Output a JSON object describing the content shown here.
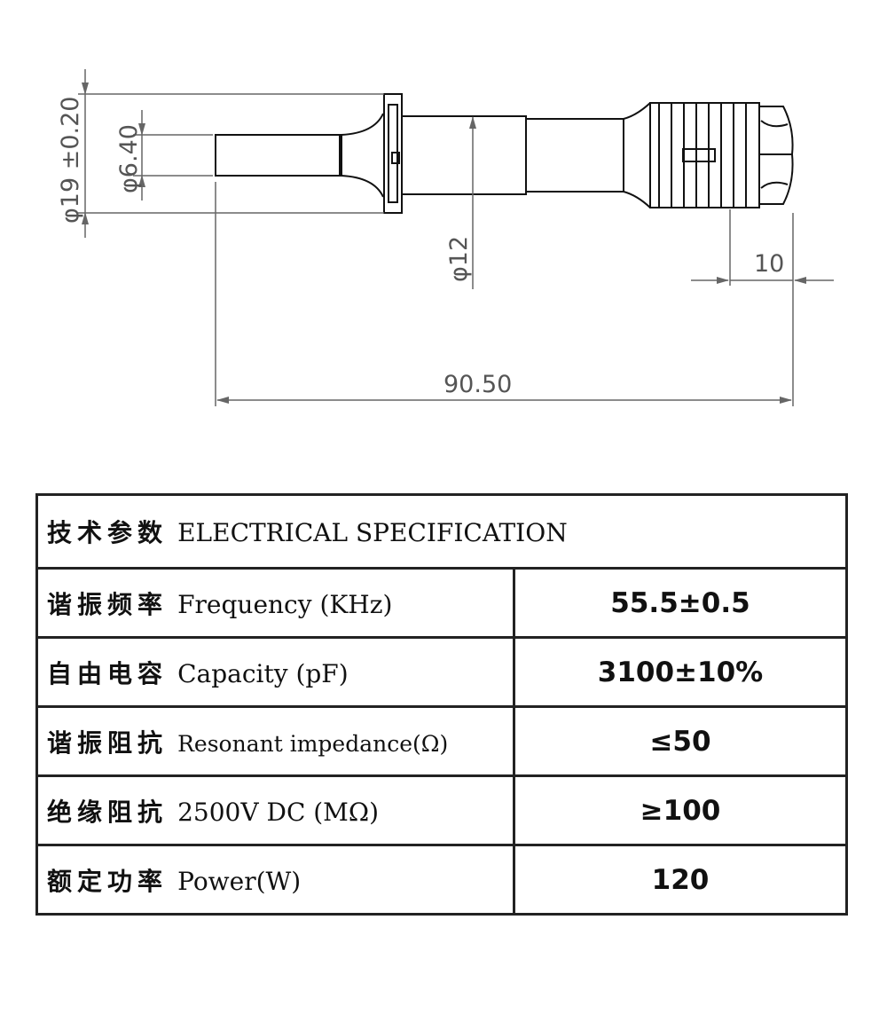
{
  "drawing": {
    "dims": {
      "flange_dia": "φ19 ±0.20",
      "tip_dia": "φ6.40",
      "body_dia": "φ12",
      "nut_len": "10",
      "total_len": "90.50"
    }
  },
  "table": {
    "header_cn": "技术参数",
    "header_en": "ELECTRICAL SPECIFICATION",
    "rows": [
      {
        "cn": "谐振频率",
        "en": "Frequency (KHz)",
        "value": "55.5±0.5"
      },
      {
        "cn": "自由电容",
        "en": "Capacity (pF)",
        "value": "3100±10%"
      },
      {
        "cn": "谐振阻抗",
        "en": "Resonant impedance(Ω)",
        "value": "≤50"
      },
      {
        "cn": "绝缘阻抗",
        "en": "2500V DC (MΩ)",
        "value": "≥100"
      },
      {
        "cn": "额定功率",
        "en": "Power(W)",
        "value": "120"
      }
    ]
  }
}
